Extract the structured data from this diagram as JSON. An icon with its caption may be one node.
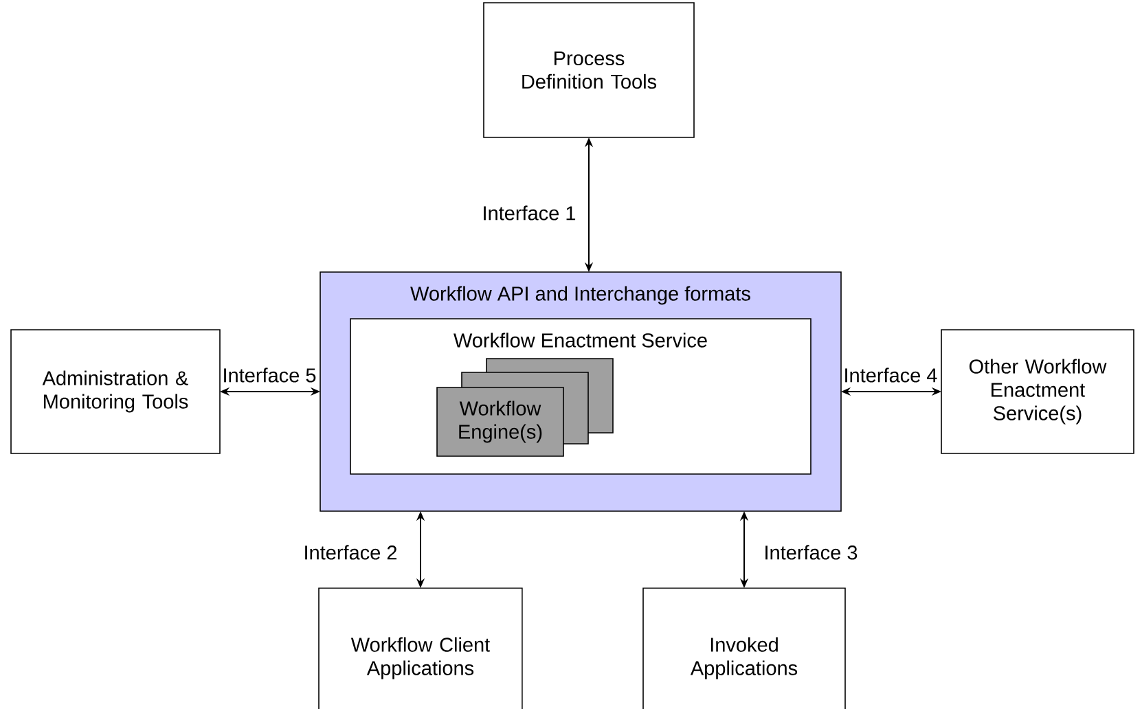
{
  "diagram": {
    "nodes": [
      {
        "text": [
          "Process Definition Tools"
        ]
      },
      {
        "text": [
          "Workflow API and Interchange formats"
        ]
      },
      {
        "text": [
          "Workflow Enactment Service"
        ],
        "in": 1
      },
      {
        "text": [],
        "shape": "box",
        "in": 2
      },
      {
        "text": [],
        "shape": "box",
        "in": 2
      },
      {
        "text": [
          "Workflow Engine(s)"
        ],
        "in": 2
      },
      {
        "text": [
          "Administration & Monitoring Tools"
        ]
      },
      {
        "text": [
          "Other Workflow Enactment Service(s)"
        ]
      },
      {
        "text": [
          "Workflow Client Applications"
        ]
      },
      {
        "text": [
          "Invoked Applications"
        ]
      }
    ],
    "edges": [
      {
        "from": 0,
        "to": 1,
        "arrow": "both",
        "label": "Interface 1"
      },
      {
        "from": 6,
        "to": 1,
        "arrow": "both",
        "label": "Interface 5"
      },
      {
        "from": 1,
        "to": 7,
        "arrow": "both",
        "label": "Interface 4"
      },
      {
        "from": 1,
        "to": 8,
        "arrow": "both",
        "label": "Interface 2"
      },
      {
        "from": 1,
        "to": 9,
        "arrow": "both",
        "label": "Interface 3"
      }
    ]
  }
}
